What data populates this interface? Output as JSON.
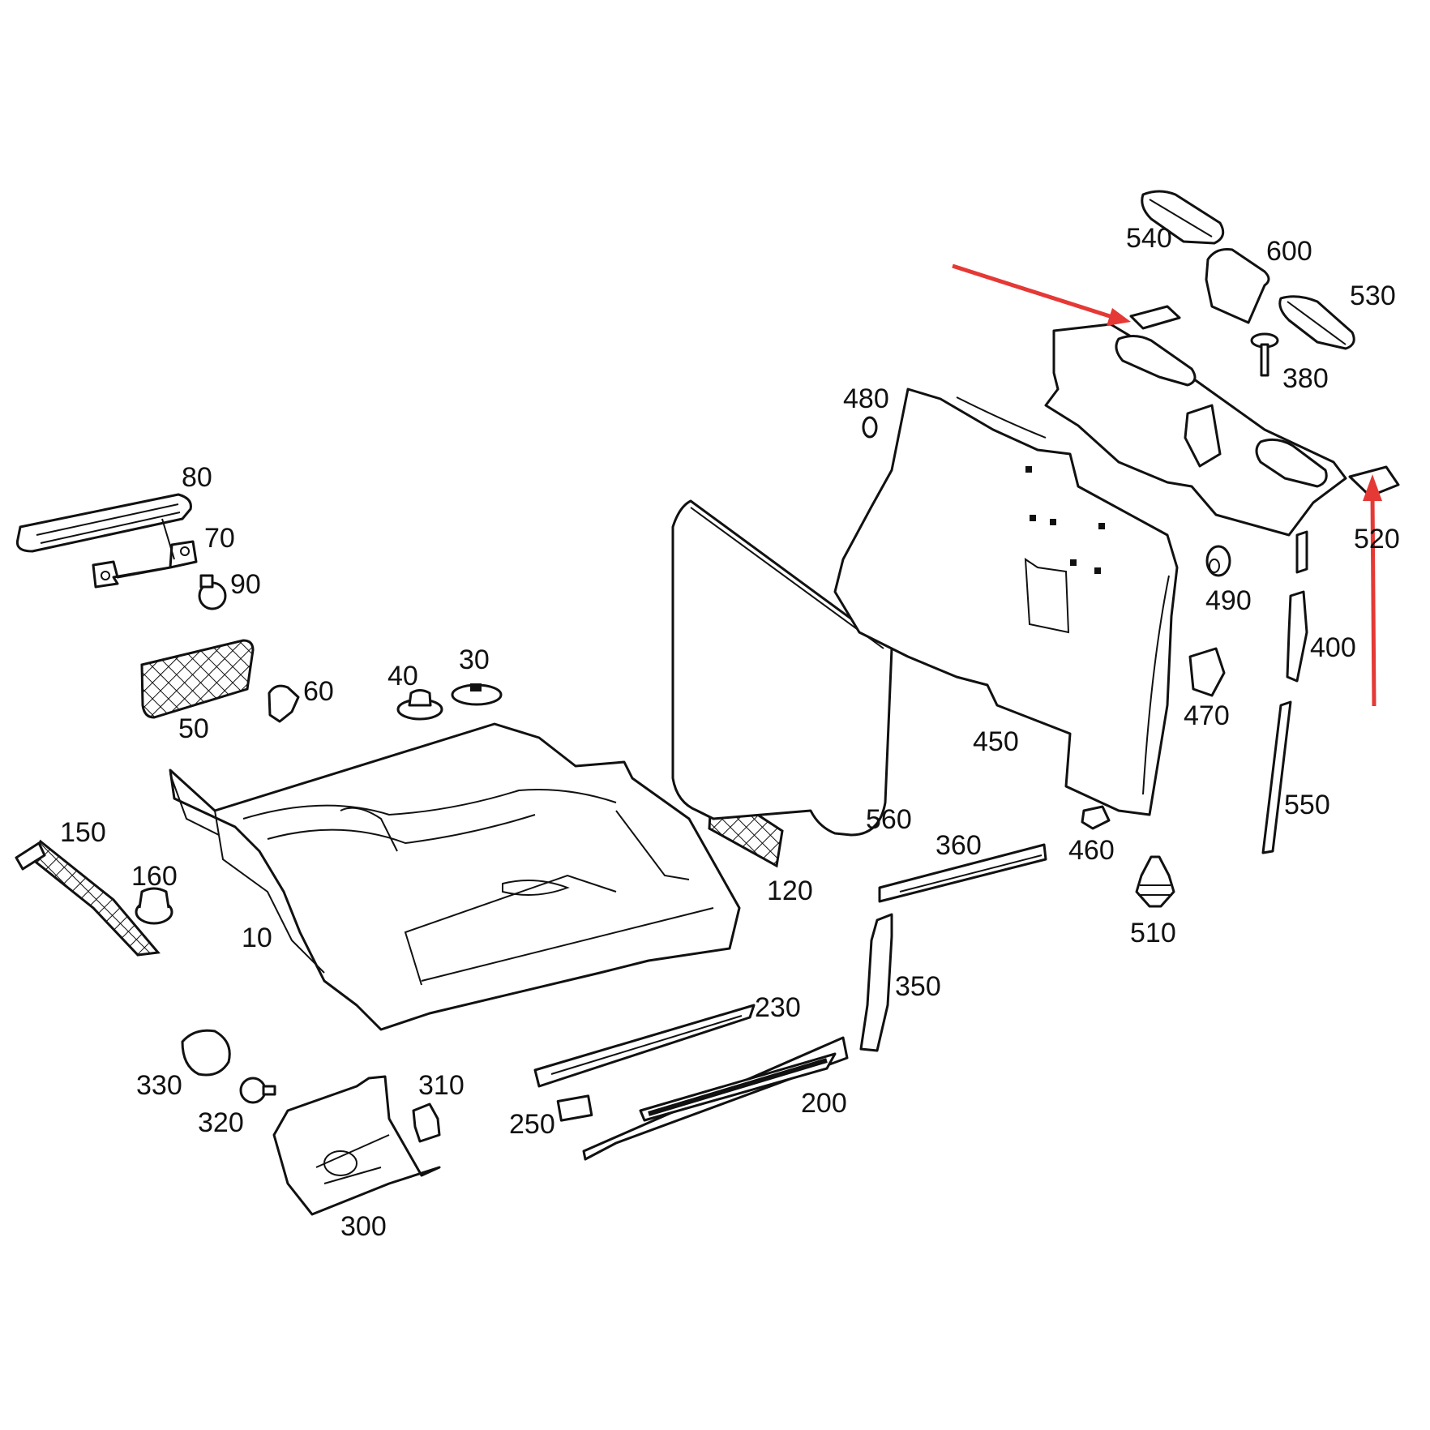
{
  "labels": {
    "p10": "10",
    "p30": "30",
    "p40": "40",
    "p50": "50",
    "p60": "60",
    "p70": "70",
    "p80": "80",
    "p90": "90",
    "p120": "120",
    "p150": "150",
    "p160": "160",
    "p200": "200",
    "p230": "230",
    "p250": "250",
    "p300": "300",
    "p310": "310",
    "p320": "320",
    "p330": "330",
    "p350": "350",
    "p360": "360",
    "p380": "380",
    "p400": "400",
    "p450": "450",
    "p460": "460",
    "p470": "470",
    "p480": "480",
    "p490": "490",
    "p510": "510",
    "p520": "520",
    "p530": "530",
    "p540": "540",
    "p550": "550",
    "p560": "560",
    "p600": "600"
  },
  "colors": {
    "line": "#111111",
    "highlight_arrow": "#e53935",
    "background": "#ffffff"
  }
}
